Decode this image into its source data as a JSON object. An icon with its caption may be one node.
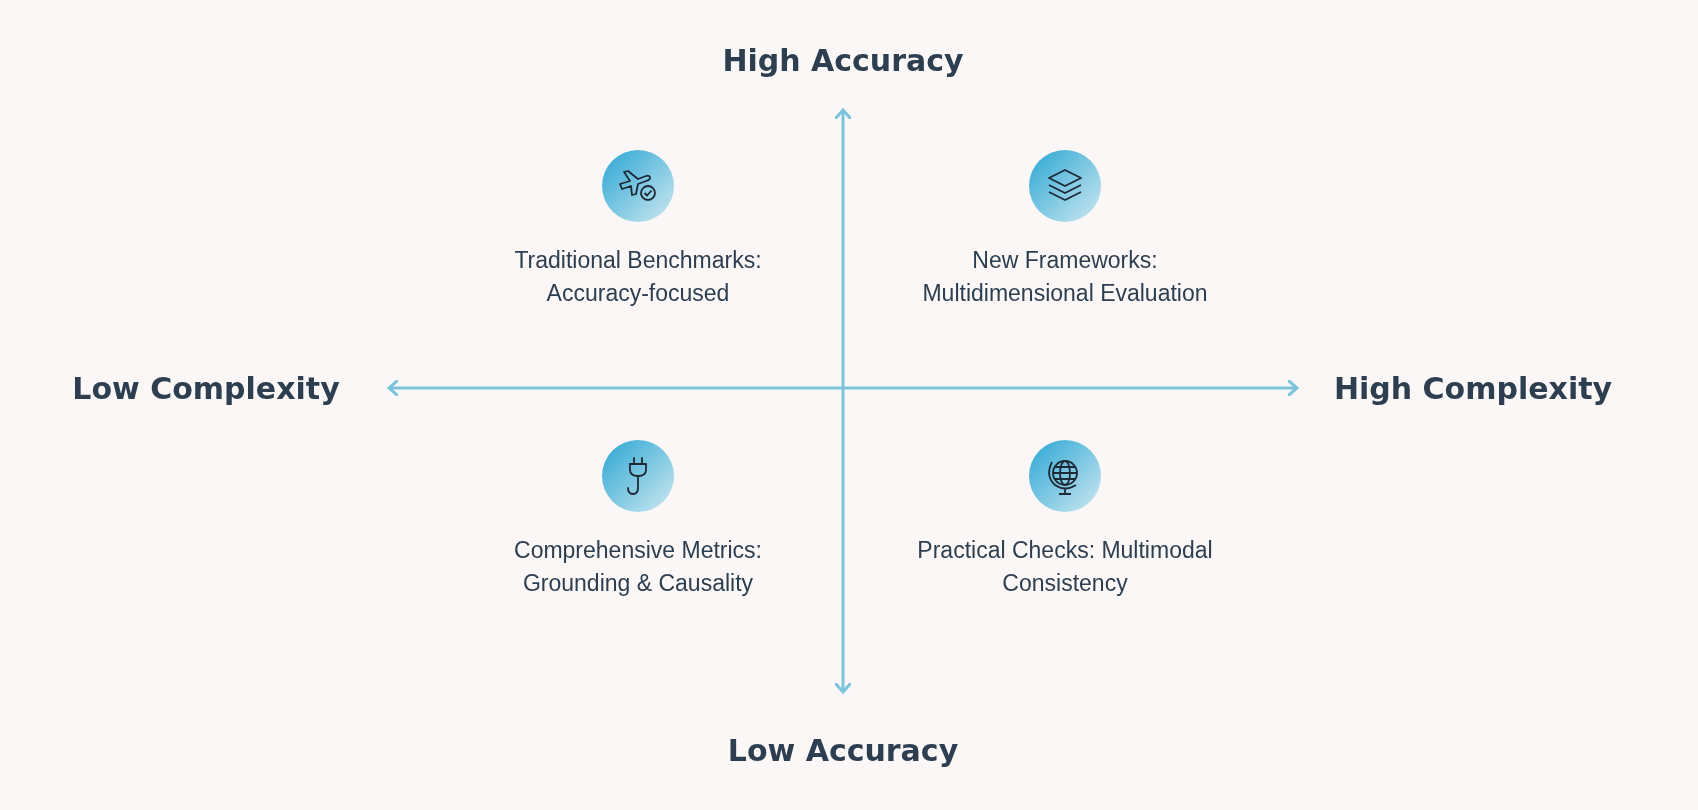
{
  "diagram": {
    "labels": [
      "High Accuracy",
      "Traditional Benchmarks: Accuracy-focused",
      "New Frameworks: Multidimensional Evaluation",
      "Low Complexity",
      "High Complexity",
      "Comprehensive Metrics: Grounding & Causality",
      "Practical Checks: Multimodal Consistency",
      "Low Accuracy"
    ]
  }
}
